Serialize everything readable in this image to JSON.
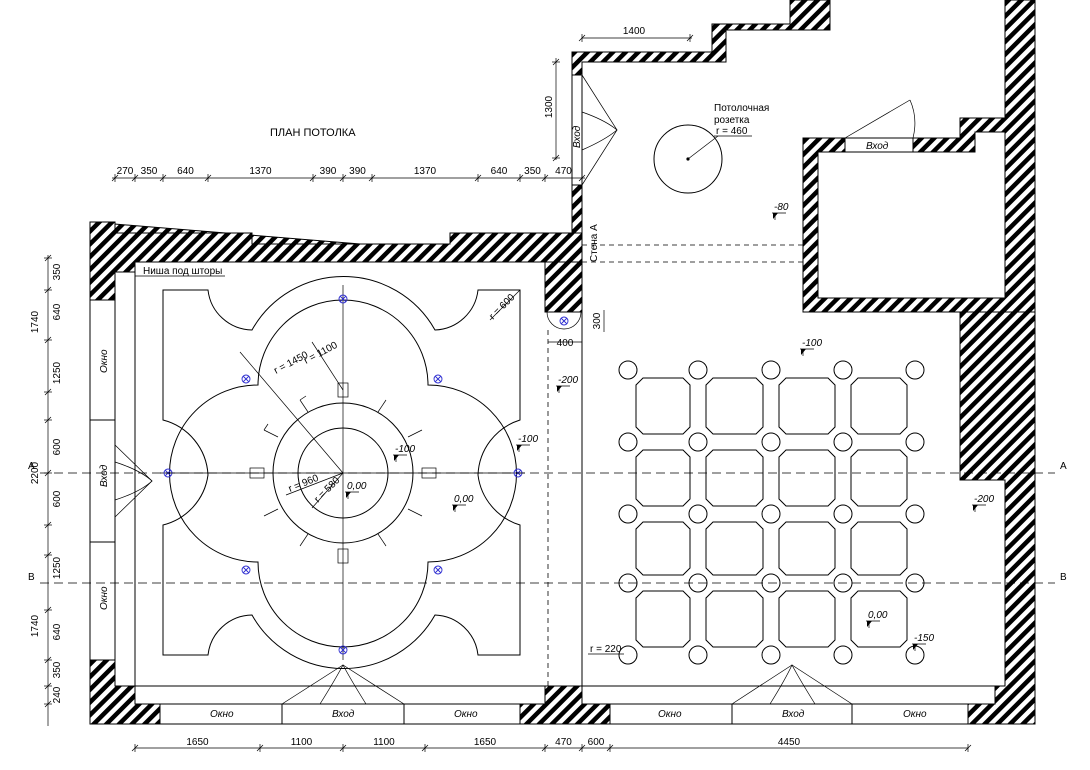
{
  "title": "ПЛАН ПОТОЛКА",
  "labels": {
    "niche": "Ниша под шторы",
    "rosette_line1": "Потолочная",
    "rosette_line2": "розетка",
    "rosette_radius": "r = 460",
    "wall_a": "Стена А",
    "window": "Окно",
    "entrance": "Вход",
    "section_a": "А",
    "section_b": "В"
  },
  "radii": {
    "r1100": "r = 1100",
    "r1450": "r = 1450",
    "r960": "r = 960",
    "r580": "r = 580",
    "r600": "r = 600",
    "r220": "r = 220"
  },
  "levels": {
    "m80": "-80",
    "m100": "-100",
    "m150": "-150",
    "m200": "-200",
    "zero": "0,00"
  },
  "dims": {
    "top": [
      "270",
      "350",
      "640",
      "1370",
      "390",
      "390",
      "1370",
      "640",
      "350",
      "470"
    ],
    "left": [
      "350",
      "640",
      "1740",
      "1250",
      "600",
      "2200",
      "600",
      "1250",
      "640",
      "1740",
      "350",
      "240"
    ],
    "bottom": [
      "1650",
      "1100",
      "1100",
      "1650",
      "470",
      "600",
      "4450"
    ],
    "d1400": "1400",
    "d1300": "1300",
    "d300": "300",
    "d400": "400"
  }
}
